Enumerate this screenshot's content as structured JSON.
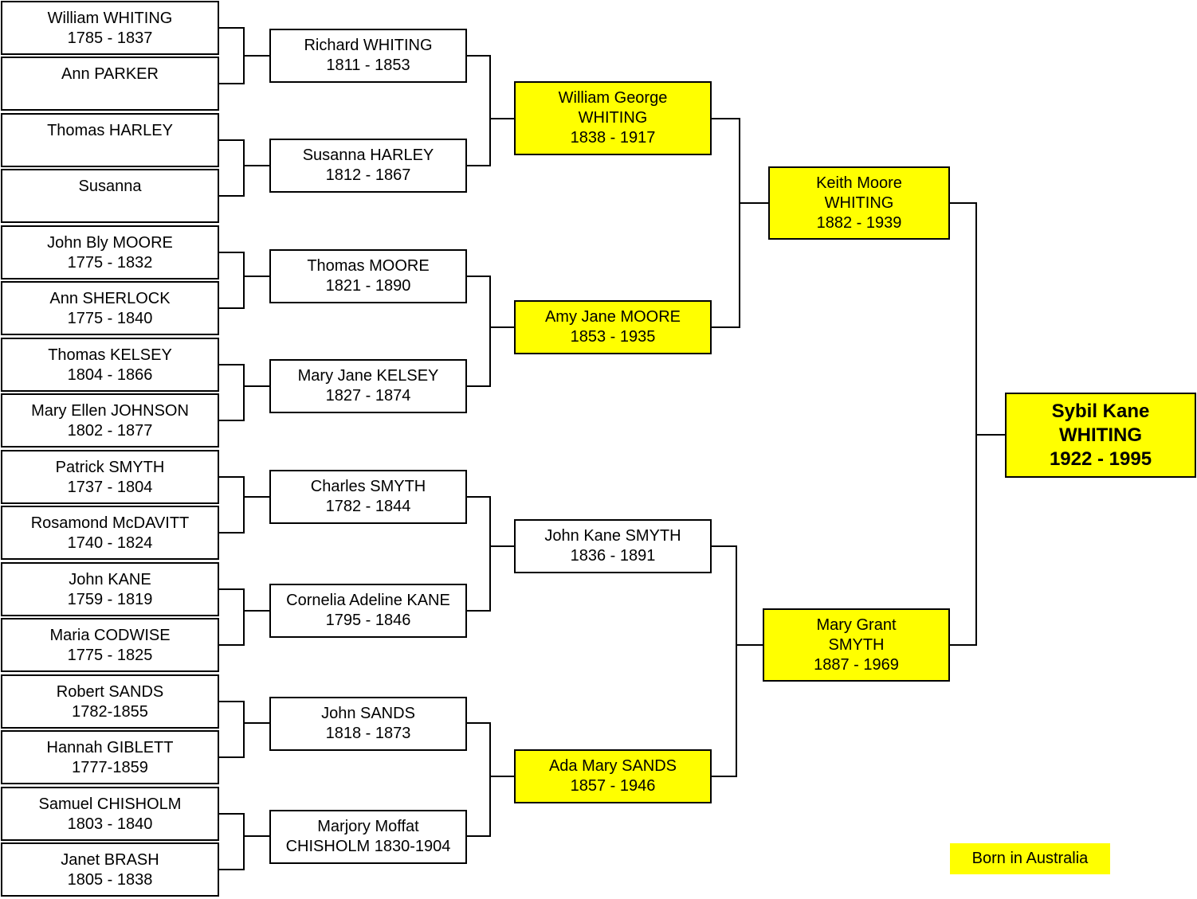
{
  "colors": {
    "born_in_australia": "#ffff00",
    "default_box": "#ffffff",
    "line": "#000000"
  },
  "generation_4": [
    {
      "name": "William WHITING",
      "dates": "1785 - 1837"
    },
    {
      "name": "Ann PARKER",
      "dates": ""
    },
    {
      "name": "Thomas HARLEY",
      "dates": ""
    },
    {
      "name": "Susanna",
      "dates": ""
    },
    {
      "name": "John Bly MOORE",
      "dates": "1775 - 1832"
    },
    {
      "name": "Ann SHERLOCK",
      "dates": "1775 - 1840"
    },
    {
      "name": "Thomas KELSEY",
      "dates": "1804 - 1866"
    },
    {
      "name": "Mary Ellen JOHNSON",
      "dates": "1802 - 1877"
    },
    {
      "name": "Patrick SMYTH",
      "dates": "1737 - 1804"
    },
    {
      "name": "Rosamond McDAVITT",
      "dates": "1740 - 1824"
    },
    {
      "name": "John KANE",
      "dates": "1759 - 1819"
    },
    {
      "name": "Maria CODWISE",
      "dates": "1775 - 1825"
    },
    {
      "name": "Robert SANDS",
      "dates": "1782-1855"
    },
    {
      "name": "Hannah GIBLETT",
      "dates": "1777-1859"
    },
    {
      "name": "Samuel CHISHOLM",
      "dates": "1803 - 1840"
    },
    {
      "name": "Janet BRASH",
      "dates": "1805  - 1838"
    }
  ],
  "generation_3": [
    {
      "line1": "Richard WHITING",
      "line2": "1811 - 1853"
    },
    {
      "line1": "Susanna HARLEY",
      "line2": "1812 - 1867"
    },
    {
      "line1": "Thomas MOORE",
      "line2": "1821 - 1890"
    },
    {
      "line1": "Mary Jane KELSEY",
      "line2": "1827 - 1874"
    },
    {
      "line1": "Charles SMYTH",
      "line2": "1782 - 1844"
    },
    {
      "line1": "Cornelia Adeline KANE",
      "line2": "1795 - 1846"
    },
    {
      "line1": "John SANDS",
      "line2": "1818 - 1873"
    },
    {
      "line1": "Marjory Moffat",
      "line2": "CHISHOLM 1830-1904"
    }
  ],
  "generation_2": [
    {
      "line1": "William George",
      "line2": "WHITING",
      "line3": "1838 - 1917",
      "born_in_australia": true
    },
    {
      "line1": "Amy Jane MOORE",
      "line2": "1853 - 1935",
      "line3": "",
      "born_in_australia": true
    },
    {
      "line1": "John Kane SMYTH",
      "line2": "1836 - 1891",
      "line3": "",
      "born_in_australia": false
    },
    {
      "line1": "Ada Mary SANDS",
      "line2": "1857 - 1946",
      "line3": "",
      "born_in_australia": true
    }
  ],
  "generation_1": [
    {
      "line1": "Keith Moore",
      "line2": "WHITING",
      "line3": "1882 - 1939",
      "born_in_australia": true
    },
    {
      "line1": "Mary Grant",
      "line2": "SMYTH",
      "line3": "1887 - 1969",
      "born_in_australia": true
    }
  ],
  "root": {
    "line1": "Sybil Kane",
    "line2": "WHITING",
    "line3": "1922 - 1995",
    "born_in_australia": true
  },
  "legend": {
    "label": "Born in Australia"
  }
}
